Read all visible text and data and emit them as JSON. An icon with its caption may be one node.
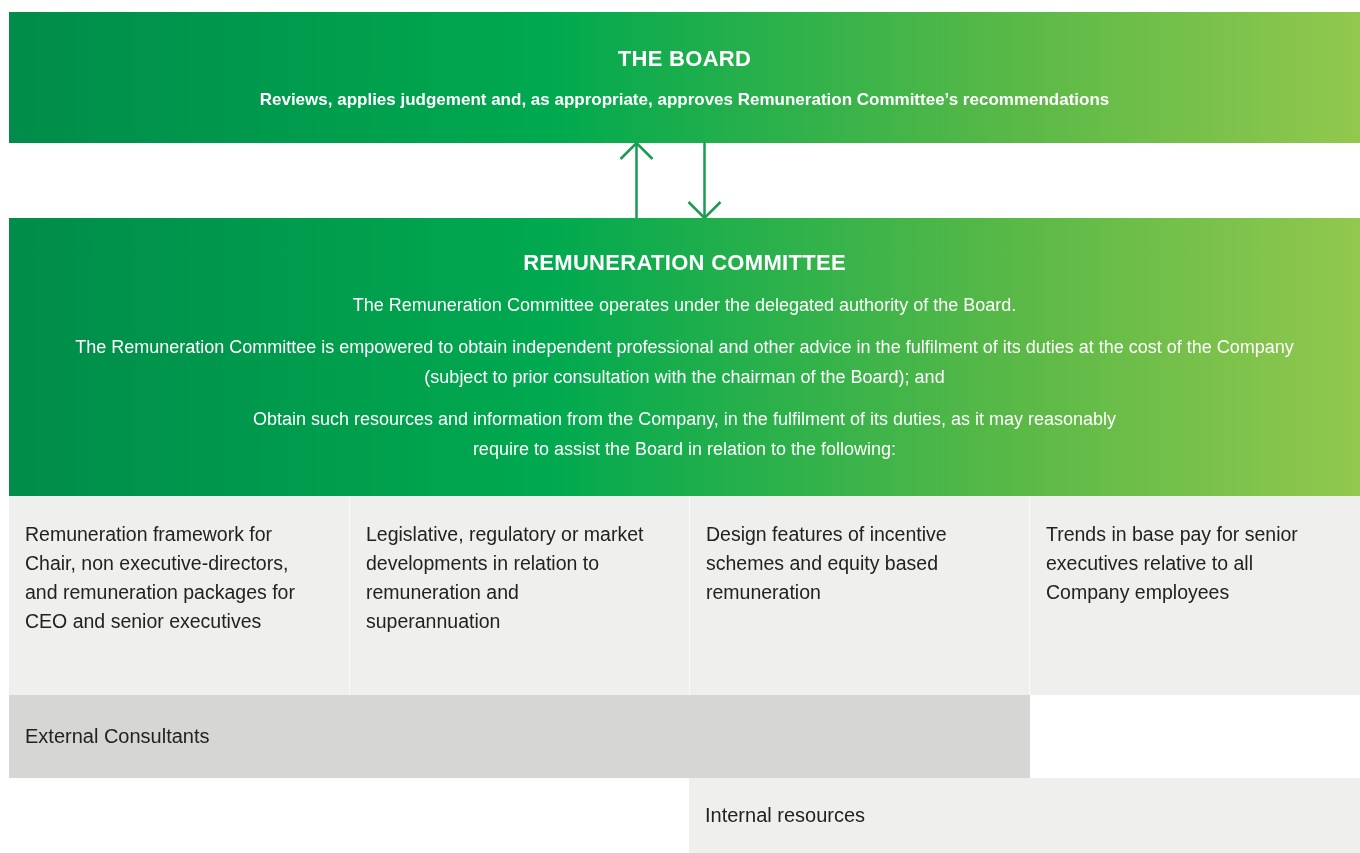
{
  "diagram": {
    "nodes": [
      {
        "text": [
          "THE BOARD",
          "Reviews, applies judgement and, as appropriate, approves Remuneration Committee’s recommendations"
        ]
      },
      {
        "text": [
          "REMUNERATION COMMITTEE",
          "The Remuneration Committee operates under the delegated authority of the Board.",
          "The Remuneration Committee is empowered to obtain independent professional and other advice in the fulfilment of its duties at the cost of the Company (subject to prior consultation with the chairman of the Board); and",
          "Obtain such resources and information from the Company, in the fulfilment of its duties, as it may reasonably require to assist the Board in relation to the following:"
        ]
      },
      {
        "text": [
          "Remuneration framework for Chair, non executive-directors, and remuneration packages for CEO and senior executives"
        ]
      },
      {
        "text": [
          "Legislative, regulatory or market developments in relation to remuneration and superannuation"
        ]
      },
      {
        "text": [
          "Design features of incentive schemes and equity based remuneration"
        ]
      },
      {
        "text": [
          "Trends in base pay for senior executives relative to all Company employees"
        ]
      },
      {
        "text": [
          "External Consultants"
        ]
      },
      {
        "text": [
          "Internal resources"
        ]
      }
    ],
    "edges": [
      {
        "from": 1,
        "to": 0,
        "arrow": "to"
      },
      {
        "from": 0,
        "to": 1,
        "arrow": "to"
      }
    ]
  }
}
